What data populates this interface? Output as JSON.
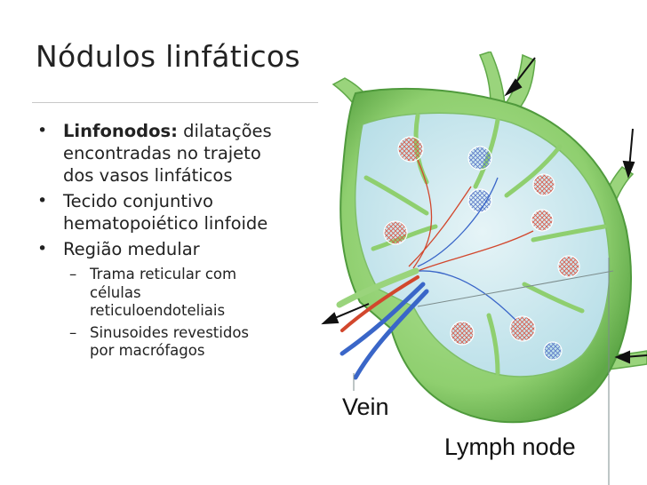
{
  "slide": {
    "title": "Nódulos linfáticos",
    "bullets": [
      {
        "bold": "Linfonodos:",
        "lines": [
          " dilatações",
          "encontradas no trajeto",
          "dos vasos linfáticos"
        ]
      },
      {
        "lines": [
          "Tecido conjuntivo",
          "hematopoiético linfoide"
        ]
      },
      {
        "lines": [
          "Região medular"
        ]
      }
    ],
    "subbullets": [
      {
        "lines": [
          "Trama reticular com",
          "células",
          "reticuloendoteliais"
        ]
      },
      {
        "lines": [
          "Sinusoides revestidos",
          "por macrófagos"
        ]
      }
    ],
    "bullet_glyph": "•",
    "dash_glyph": "–"
  },
  "figure": {
    "label_vein": "Vein",
    "label_node": "Lymph node",
    "colors": {
      "capsule": "#8fcf6f",
      "interior": "#cfe8ee",
      "artery": "#d2472d",
      "vein": "#3a66c8"
    }
  }
}
